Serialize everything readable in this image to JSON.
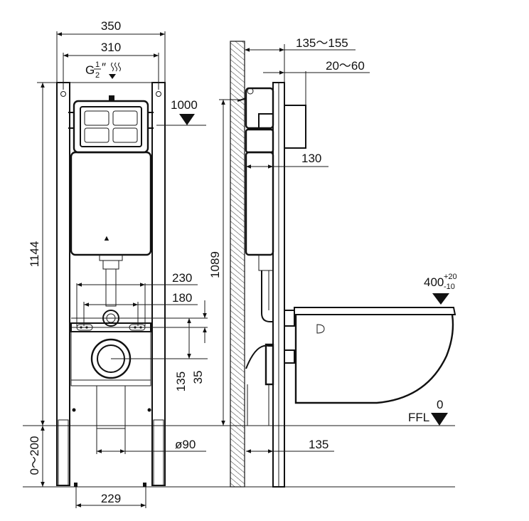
{
  "diagram": {
    "front": {
      "width_outer": "350",
      "width_inner": "310",
      "inlet_g": "G",
      "inlet_num": "1",
      "inlet_den": "2",
      "inlet_inch": "″",
      "height_top": "1000",
      "height_total": "1144",
      "dim_230": "230",
      "dim_180": "180",
      "dim_135": "135",
      "dim_35": "35",
      "dim_0_200": "0～200",
      "dim_90": "ø90",
      "dim_229": "229"
    },
    "side": {
      "depth_range": "135～155",
      "wall_range": "20～60",
      "tank_depth": "130",
      "height_1089": "1089",
      "seat_height": "400",
      "seat_tol_plus": "+20",
      "seat_tol_minus": "-10",
      "floor_zero": "0",
      "floor_label": "FFL",
      "floor_offset": "135"
    }
  }
}
